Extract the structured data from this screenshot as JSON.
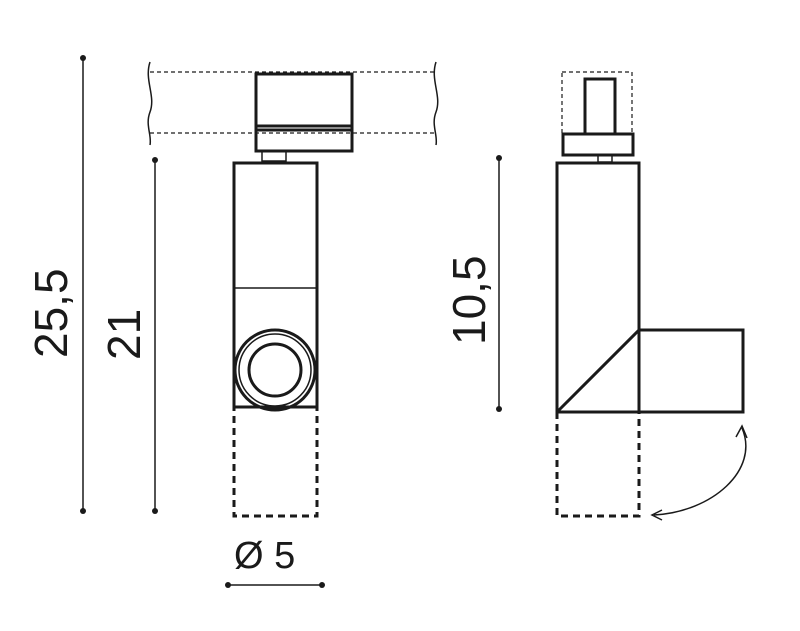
{
  "dimensions": {
    "total_height": "25,5",
    "body_height": "21",
    "side_height": "10,5",
    "diameter": "Ø 5"
  }
}
